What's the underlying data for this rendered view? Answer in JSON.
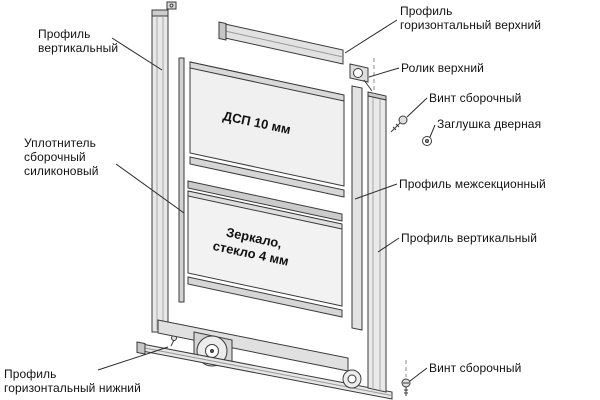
{
  "diagram": {
    "labels": {
      "profile_vertical_left": "Профиль\nвертикальный",
      "profile_horizontal_top": "Профиль\nгоризонтальный верхний",
      "roller_top": "Ролик верхний",
      "screw_top": "Винт сборочный",
      "door_plug": "Заглушка дверная",
      "profile_intersection": "Профиль межсекционный",
      "profile_vertical_right": "Профиль вертикальный",
      "seal": "Уплотнитель\nсборочный\nсиликоновый",
      "profile_horizontal_bottom": "Профиль\nгоризонтальный нижний",
      "screw_bottom": "Винт сборочный"
    },
    "panel_texts": {
      "dsp": "ДСП 10 мм",
      "mirror_line1": "Зеркало,",
      "mirror_line2": "стекло 4 мм"
    },
    "colors": {
      "line": "#3a3a3a",
      "panel_fill": "#f0f0f0",
      "profile_fill": "#e3e3e3",
      "cap_fill": "#c9c9c9"
    }
  }
}
